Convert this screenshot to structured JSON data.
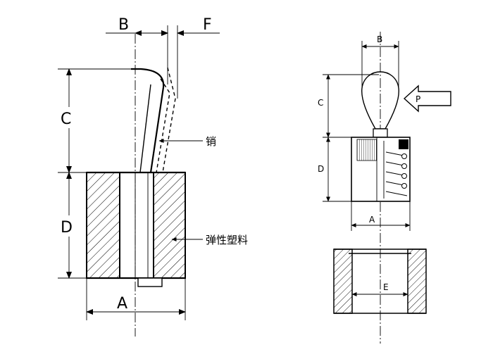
{
  "left_diagram": {
    "dim_b": "B",
    "dim_f": "F",
    "dim_c": "C",
    "dim_d": "D",
    "dim_a": "A",
    "label_pin": "销",
    "label_elastic": "弹性塑料"
  },
  "right_diagram": {
    "dim_b": "B",
    "dim_c": "C",
    "dim_d": "D",
    "dim_a": "A",
    "dim_e": "E",
    "force_p": "P"
  }
}
